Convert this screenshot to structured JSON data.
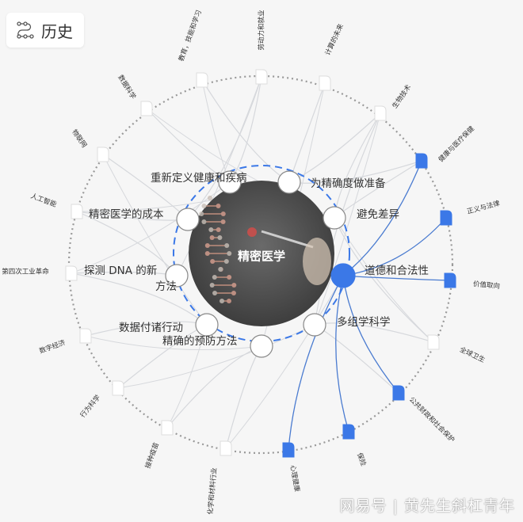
{
  "header": {
    "title": "历史",
    "icon": "transformation-map-icon"
  },
  "center": {
    "title": "精密医学"
  },
  "inner_nodes": [
    {
      "label": "重新定义健康和疾病"
    },
    {
      "label": "为精确度做准备"
    },
    {
      "label": "精密医学的成本"
    },
    {
      "label": "避免差异"
    },
    {
      "label": "探测 DNA 的新",
      "label2": "方法"
    },
    {
      "label": "道德和合法性",
      "selected": true
    },
    {
      "label": "数据付诸行动"
    },
    {
      "label": "多组学科学"
    },
    {
      "label": "精确的预防方法"
    }
  ],
  "outer_nodes": [
    {
      "label": "教育，技能和学习",
      "highlighted": false
    },
    {
      "label": "劳动力和就业",
      "highlighted": false
    },
    {
      "label": "计算的未来",
      "highlighted": false
    },
    {
      "label": "数据科学",
      "highlighted": false
    },
    {
      "label": "生物技术",
      "highlighted": false
    },
    {
      "label": "健康与医疗保健",
      "highlighted": true
    },
    {
      "label": "物联网",
      "highlighted": false
    },
    {
      "label": "人工智能",
      "highlighted": false
    },
    {
      "label": "正义与法律",
      "highlighted": true
    },
    {
      "label": "第四次工业革命",
      "highlighted": false
    },
    {
      "label": "价值取向",
      "highlighted": true
    },
    {
      "label": "数字经济",
      "highlighted": false
    },
    {
      "label": "全球卫生",
      "highlighted": false
    },
    {
      "label": "行为科学",
      "highlighted": false
    },
    {
      "label": "公共财政和社会保护",
      "highlighted": true
    },
    {
      "label": "接种疫苗",
      "highlighted": false
    },
    {
      "label": "保险",
      "highlighted": true
    },
    {
      "label": "化学和材料行业",
      "highlighted": false
    },
    {
      "label": "心理健康",
      "highlighted": true
    }
  ],
  "edges": [
    [
      0,
      1
    ],
    [
      0,
      3
    ],
    [
      1,
      2
    ],
    [
      1,
      4
    ],
    [
      1,
      0
    ],
    [
      2,
      6
    ],
    [
      2,
      7
    ],
    [
      3,
      4
    ],
    [
      3,
      12
    ],
    [
      4,
      9
    ],
    [
      4,
      7
    ],
    [
      6,
      13
    ],
    [
      6,
      11
    ],
    [
      7,
      12
    ],
    [
      7,
      14
    ],
    [
      8,
      17
    ],
    [
      8,
      15
    ],
    [
      3,
      5
    ],
    [
      1,
      5
    ],
    [
      7,
      4
    ],
    [
      6,
      9
    ],
    [
      2,
      1
    ]
  ],
  "colors": {
    "accent": "#3b78e7",
    "edge": "#d6d8dc",
    "edge_highlight": "#4a7bd0",
    "center_bg": "#4a4a4a"
  },
  "watermark": "网易号 | 黄先生斜杠青年"
}
